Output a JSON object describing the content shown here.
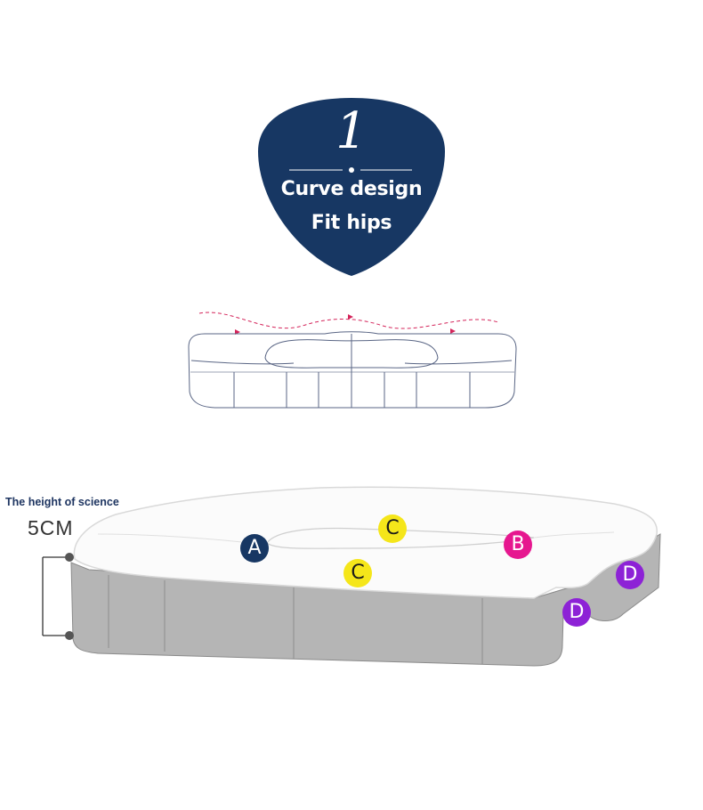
{
  "badge": {
    "number": "1",
    "line1": "Curve design",
    "line2": "Fit hips",
    "color": "#173763"
  },
  "height_label": {
    "title": "The height of science",
    "value": "5CM"
  },
  "zones": [
    {
      "letter": "A",
      "color": "#173763",
      "text_color": "#ffffff"
    },
    {
      "letter": "C",
      "color": "#f5e61a",
      "text_color": "#1a1a1a"
    },
    {
      "letter": "C",
      "color": "#f5e61a",
      "text_color": "#1a1a1a"
    },
    {
      "letter": "B",
      "color": "#e6178f",
      "text_color": "#ffffff"
    },
    {
      "letter": "D",
      "color": "#8d22d6",
      "text_color": "#ffffff"
    },
    {
      "letter": "D",
      "color": "#8d22d6",
      "text_color": "#ffffff"
    }
  ],
  "colors": {
    "arrow": "#d4245a",
    "outline": "#4b5a7a",
    "cushion_side": "#b3b3b3",
    "cushion_top": "#fbfbfb"
  }
}
